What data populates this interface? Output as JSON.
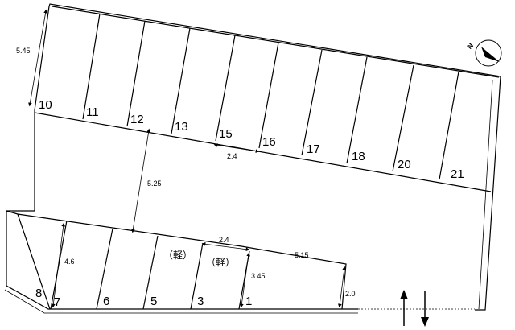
{
  "bays_upper": [
    "10",
    "11",
    "12",
    "13",
    "15",
    "16",
    "17",
    "18",
    "20",
    "21"
  ],
  "bays_lower": [
    "8",
    "7",
    "6",
    "5",
    "3",
    "1"
  ],
  "kei_labels": [
    "（軽）",
    "（軽）"
  ],
  "dimensions": {
    "upper_depth": "5.45",
    "aisle_width": "5.25",
    "upper_width": "2.4",
    "lower_width": "2.4",
    "lower_depth": "4.6",
    "angled_depth": "3.45",
    "wall_length": "5.15",
    "end_height": "2.0"
  },
  "north_label": "N"
}
